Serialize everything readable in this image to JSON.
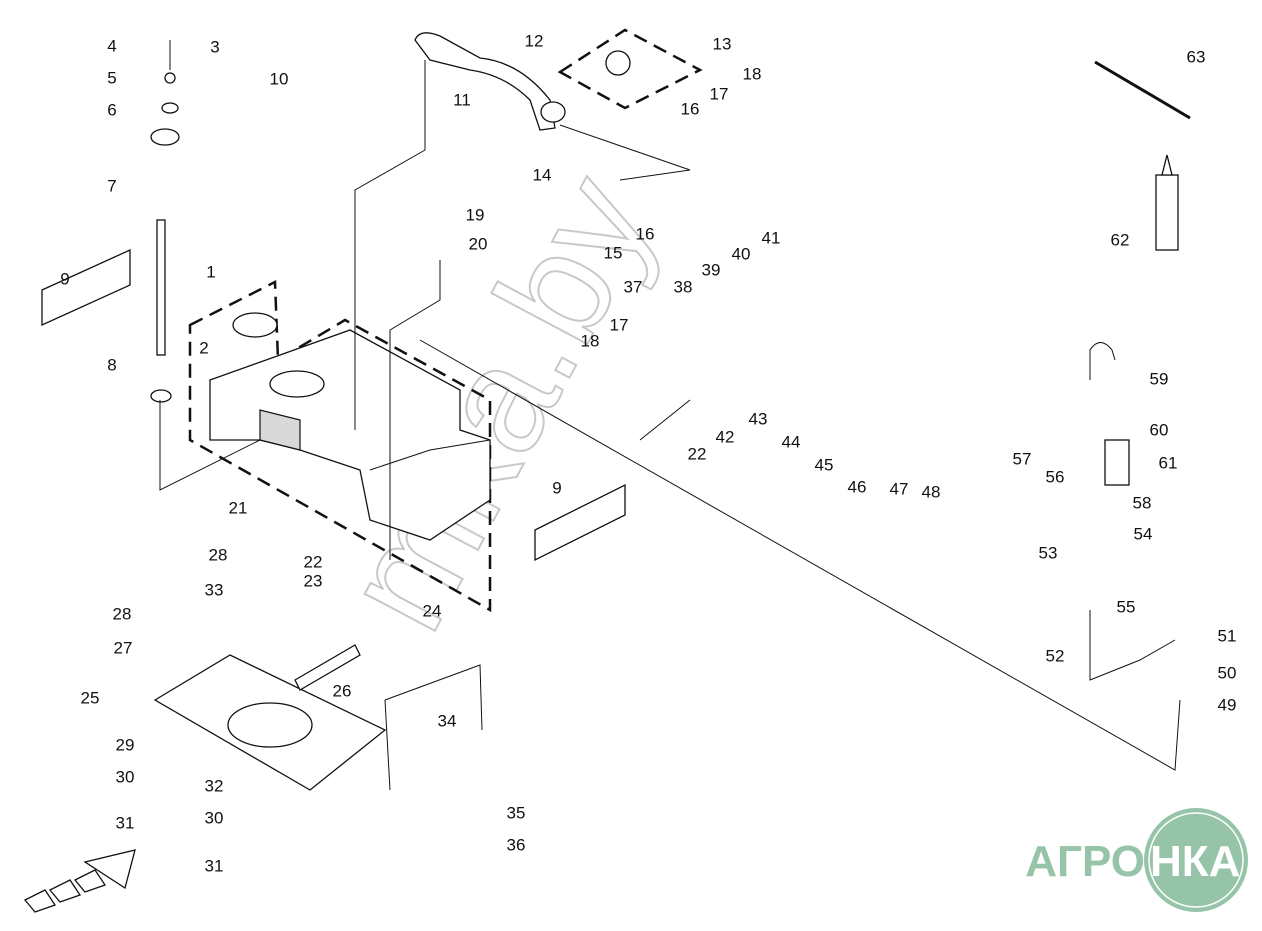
{
  "callouts": [
    "4",
    "3",
    "5",
    "10",
    "6",
    "7",
    "9",
    "1",
    "2",
    "8",
    "11",
    "12",
    "13",
    "18",
    "17",
    "16",
    "14",
    "16",
    "15",
    "19",
    "20",
    "41",
    "40",
    "39",
    "38",
    "37",
    "17",
    "18",
    "22",
    "42",
    "43",
    "44",
    "45",
    "46",
    "47",
    "48",
    "9",
    "21",
    "22",
    "23",
    "24",
    "28",
    "33",
    "28",
    "27",
    "25",
    "26",
    "34",
    "29",
    "30",
    "31",
    "32",
    "30",
    "31",
    "35",
    "36",
    "63",
    "62",
    "59",
    "60",
    "61",
    "57",
    "56",
    "58",
    "54",
    "53",
    "55",
    "51",
    "50",
    "52",
    "49"
  ],
  "watermark": "mka.by",
  "logo": {
    "left": "АГРО",
    "right": "НКА",
    "color": "#96c4a8"
  },
  "corner_mark": "·"
}
